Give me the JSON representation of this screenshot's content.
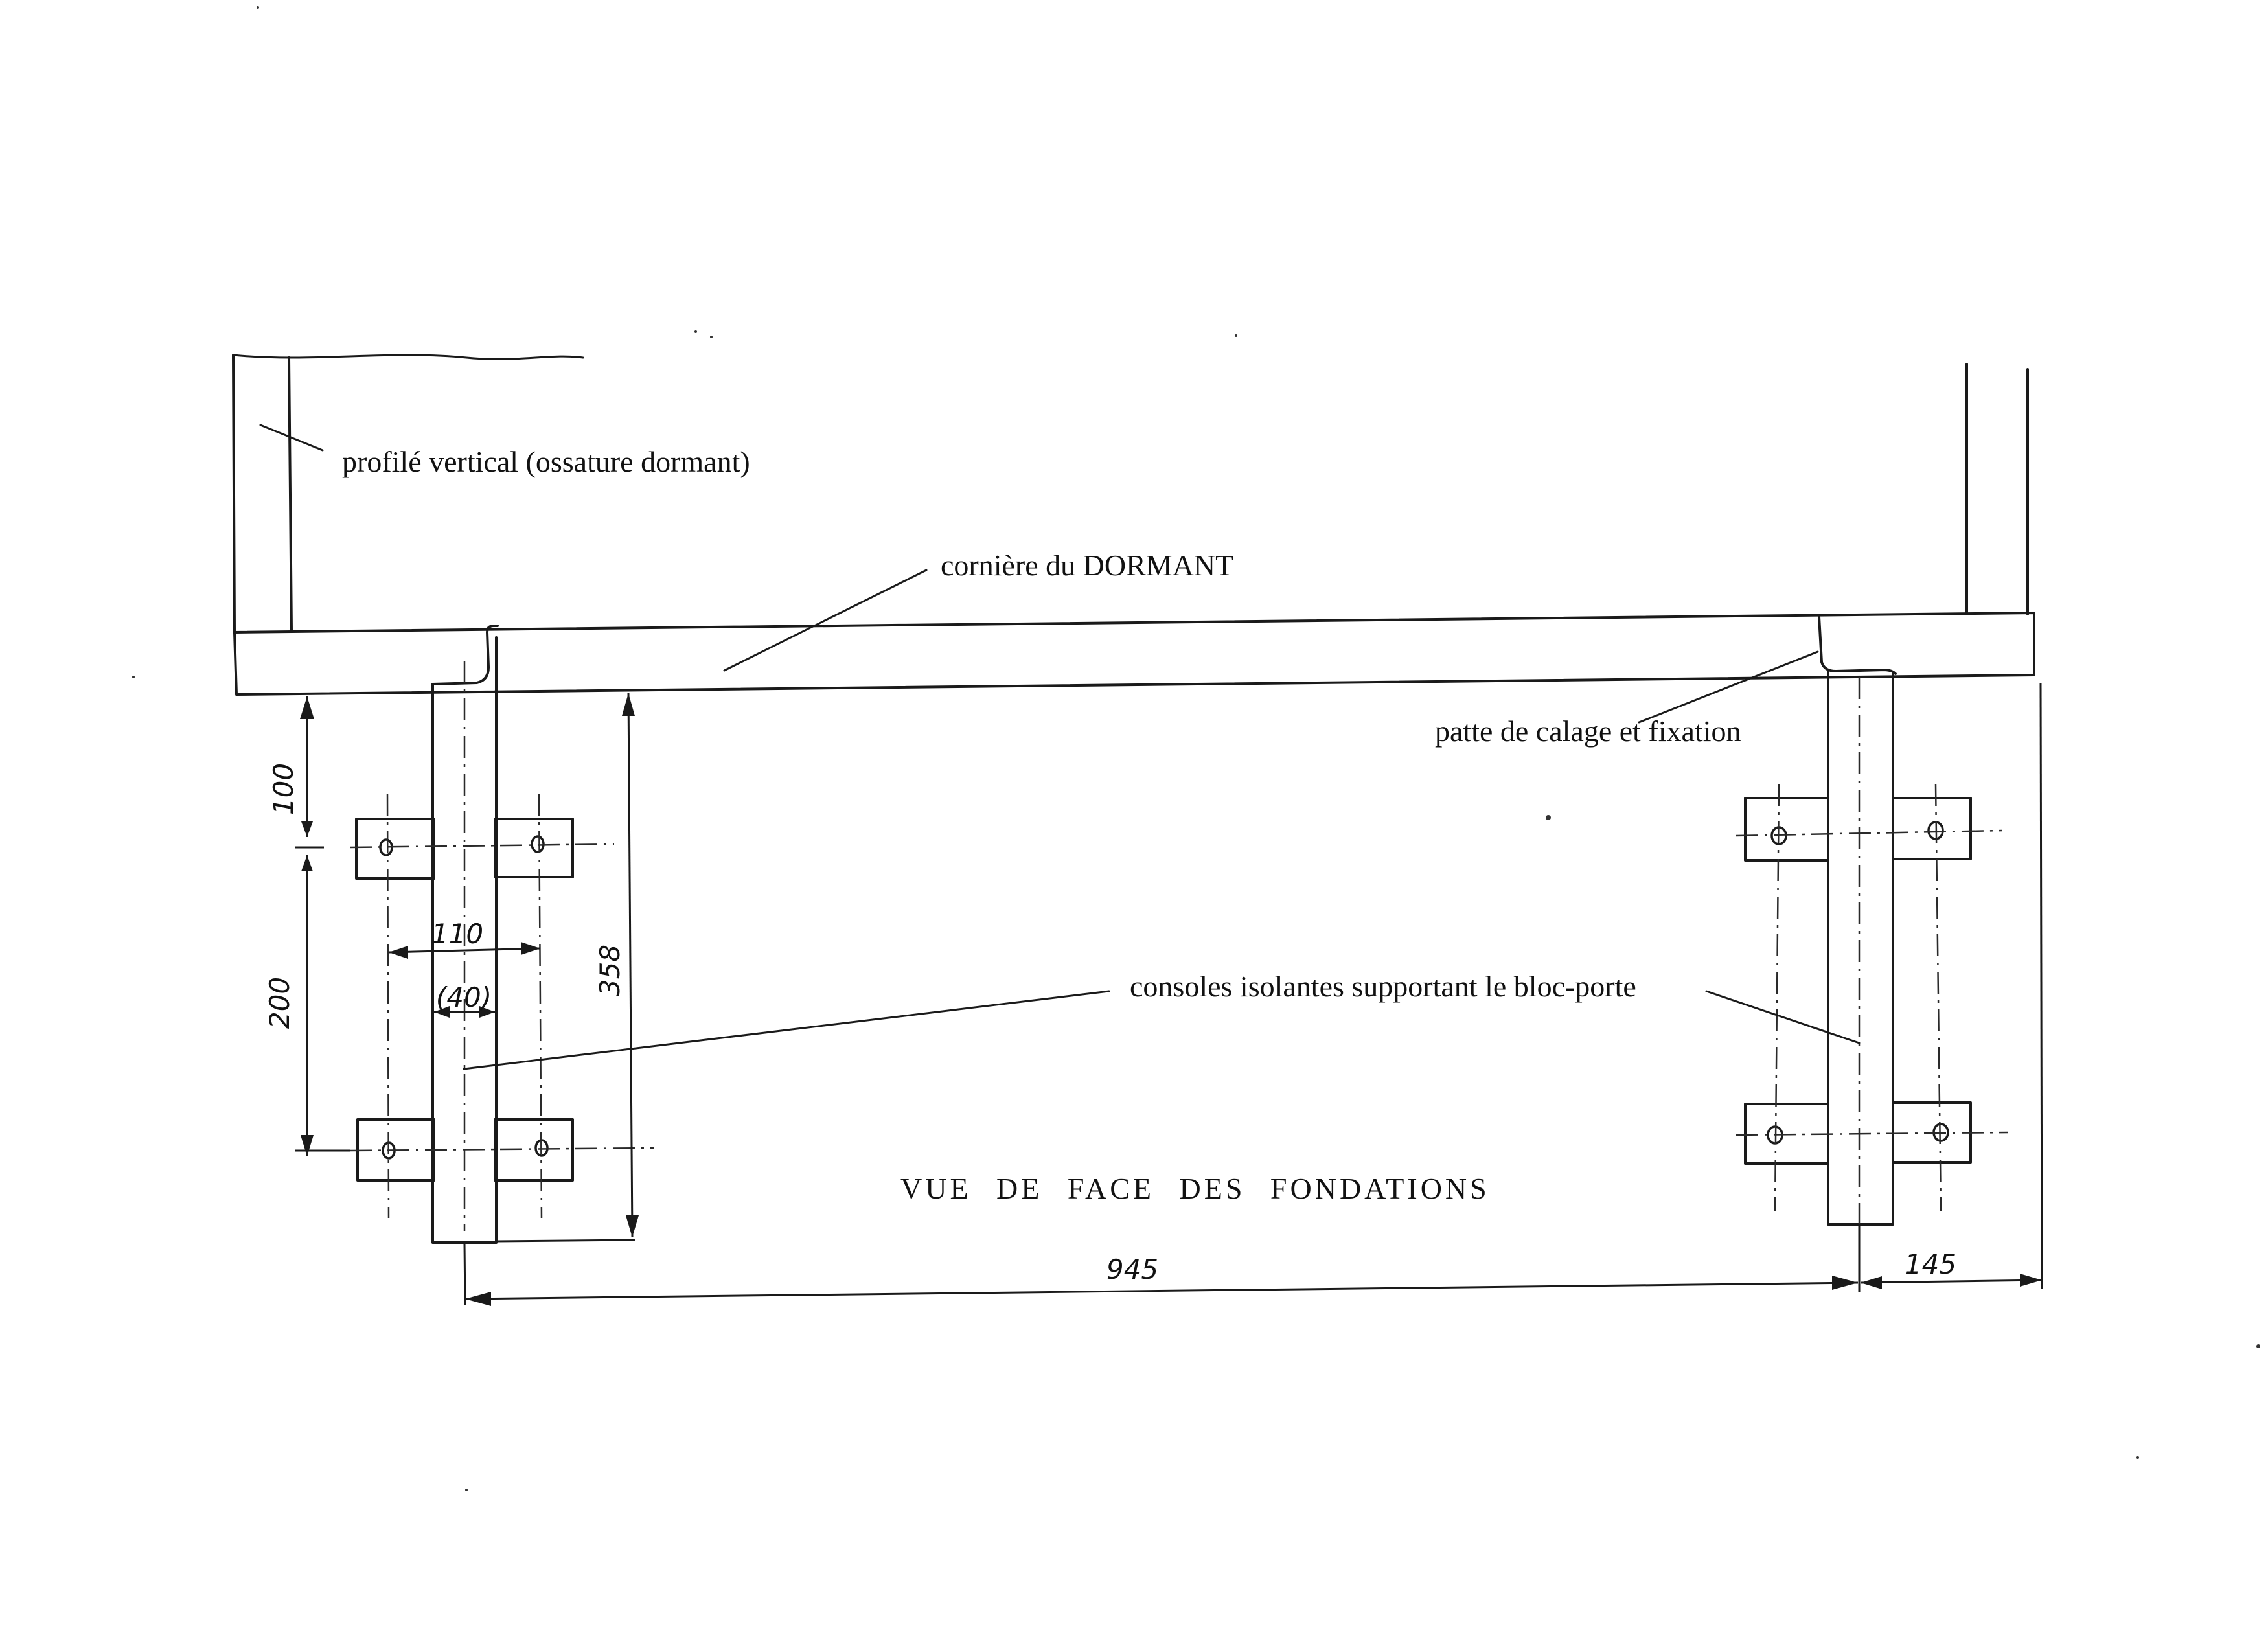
{
  "drawing": {
    "title": "VUE DE FACE DES FONDATIONS",
    "labels": {
      "vertical_profile": "profilé vertical (ossature dormant)",
      "frame_angle": "cornière du DORMANT",
      "shim_tab": "patte de calage et fixation",
      "insulating_brackets": "consoles isolantes supportant le bloc-porte"
    },
    "dimensions": {
      "offset_top": "100",
      "hole_spacing": "200",
      "plate_width": "110",
      "console_width": "(40)",
      "console_height": "358",
      "console_spacing": "945",
      "right_overhang": "145"
    }
  }
}
